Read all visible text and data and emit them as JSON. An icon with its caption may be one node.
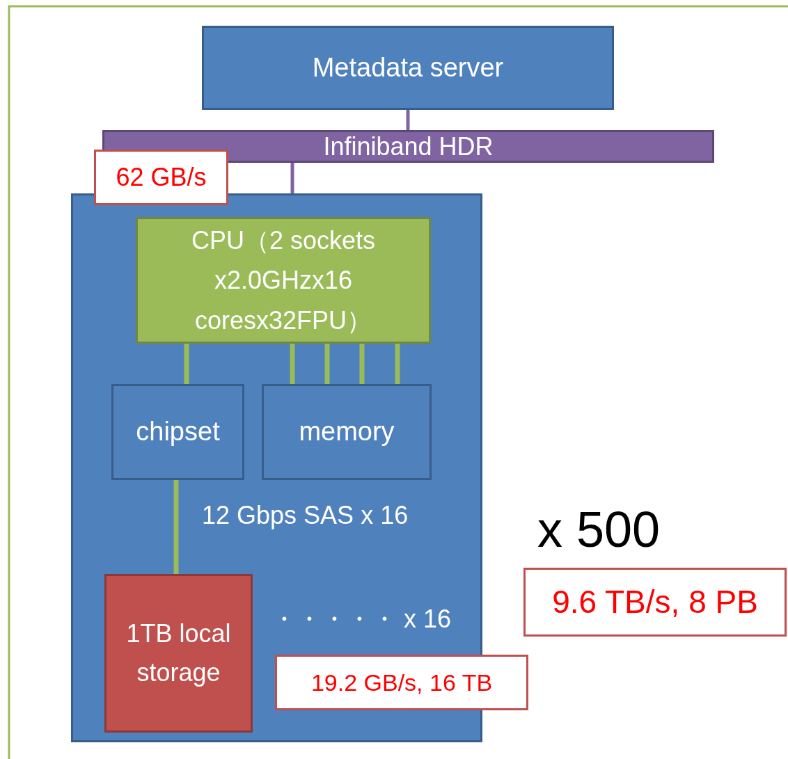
{
  "diagram": {
    "nodes": [
      {
        "text": [
          "Metadata server"
        ]
      },
      {
        "text": [
          "Infiniband HDR"
        ]
      },
      {
        "text": [],
        "shape": "box"
      },
      {
        "text": [
          "62 GB/s"
        ]
      },
      {
        "text": [
          "CPU（2 sockets x2.0GHzx16 coresx32FPU）"
        ],
        "in": 2
      },
      {
        "text": [
          "chipset"
        ],
        "in": 2
      },
      {
        "text": [
          "memory"
        ],
        "in": 2
      },
      {
        "text": [
          "1TB local storage"
        ],
        "in": 2
      },
      {
        "text": [
          "19.2 GB/s, 16 TB"
        ]
      },
      {
        "text": [
          "9.6 TB/s, 8 PB"
        ]
      }
    ],
    "edges": [
      {
        "from": 0,
        "to": 1,
        "arrow": "none",
        "color": "#8064a2"
      },
      {
        "from": 1,
        "to": 2,
        "arrow": "none",
        "color": "#8064a2"
      },
      {
        "from": 4,
        "to": 5,
        "arrow": "none"
      },
      {
        "from": 4,
        "to": 6,
        "arrow": "none"
      },
      {
        "from": 4,
        "to": 6,
        "arrow": "none"
      },
      {
        "from": 4,
        "to": 6,
        "arrow": "none"
      },
      {
        "from": 4,
        "to": 6,
        "arrow": "none"
      },
      {
        "from": 5,
        "to": 7,
        "arrow": "none"
      }
    ],
    "labels": [
      "12 Gbps SAS x 16",
      "・・・・・ x 16",
      "x 500"
    ]
  }
}
